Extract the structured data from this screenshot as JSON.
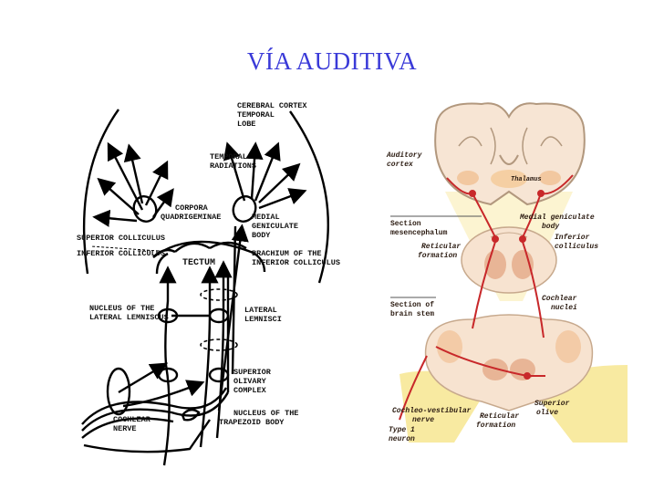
{
  "slide": {
    "title": "VÍA AUDITIVA"
  },
  "left_diagram": {
    "labels": {
      "cerebral_cortex": [
        "CEREBRAL CORTEX",
        "TEMPORAL",
        "LOBE"
      ],
      "temporal_radiations": [
        "TEMPORAL",
        "RADIATIONS"
      ],
      "corpora_quadrigeminae": [
        "CORPORA",
        "QUADRIGEMINAE"
      ],
      "medial_geniculate": [
        "MEDIAL",
        "GENICULATE",
        "BODY"
      ],
      "superior_colliculus": "SUPERIOR COLLICULUS",
      "inferior_colliculus": "INFERIOR COLLICULUS",
      "tectum": "TECTUM",
      "brachium": [
        "BRACHIUM OF THE",
        "INFERIOR COLLICULUS"
      ],
      "nucleus_lateral_lemniscus": [
        "NUCLEUS OF THE",
        "LATERAL LEMNISCUS"
      ],
      "lateral_lemnisci": [
        "LATERAL",
        "LEMNISCI"
      ],
      "superior_olivary": [
        "SUPERIOR",
        "OLIVARY",
        "COMPLEX"
      ],
      "cochlear_nerve": [
        "COCHLEAR",
        "NERVE"
      ],
      "trapezoid": [
        "NUCLEUS OF THE",
        "TRAPEZOID BODY"
      ]
    }
  },
  "right_diagram": {
    "labels": {
      "auditory_cortex": [
        "Auditory",
        "cortex"
      ],
      "thalamus": "Thalamus",
      "section_mesencephalum": [
        "Section",
        "mesencephalum"
      ],
      "medial_geniculate": [
        "Medial geniculate",
        "body"
      ],
      "inferior_colliculus": [
        "Inferior",
        "colliculus"
      ],
      "reticular_formation_top": [
        "Reticular",
        "formation"
      ],
      "section_brain_stem": [
        "Section of",
        "brain stem"
      ],
      "cochlear_nuclei": [
        "Cochlear",
        "nuclei"
      ],
      "cochleo_vestibular": [
        "Cochleo-vestibular",
        "nerve"
      ],
      "reticular_formation_bottom": [
        "Reticular",
        "formation"
      ],
      "superior_olive": [
        "Superior",
        "olive"
      ],
      "type1_neuron": [
        "Type 1",
        "neuron"
      ]
    }
  },
  "colors": {
    "title": "#3a3ad8",
    "pathway": "#c8282a",
    "glow": "#f6e98a",
    "tissue": "#f7e3d0",
    "nuclei": "#e8b596"
  }
}
